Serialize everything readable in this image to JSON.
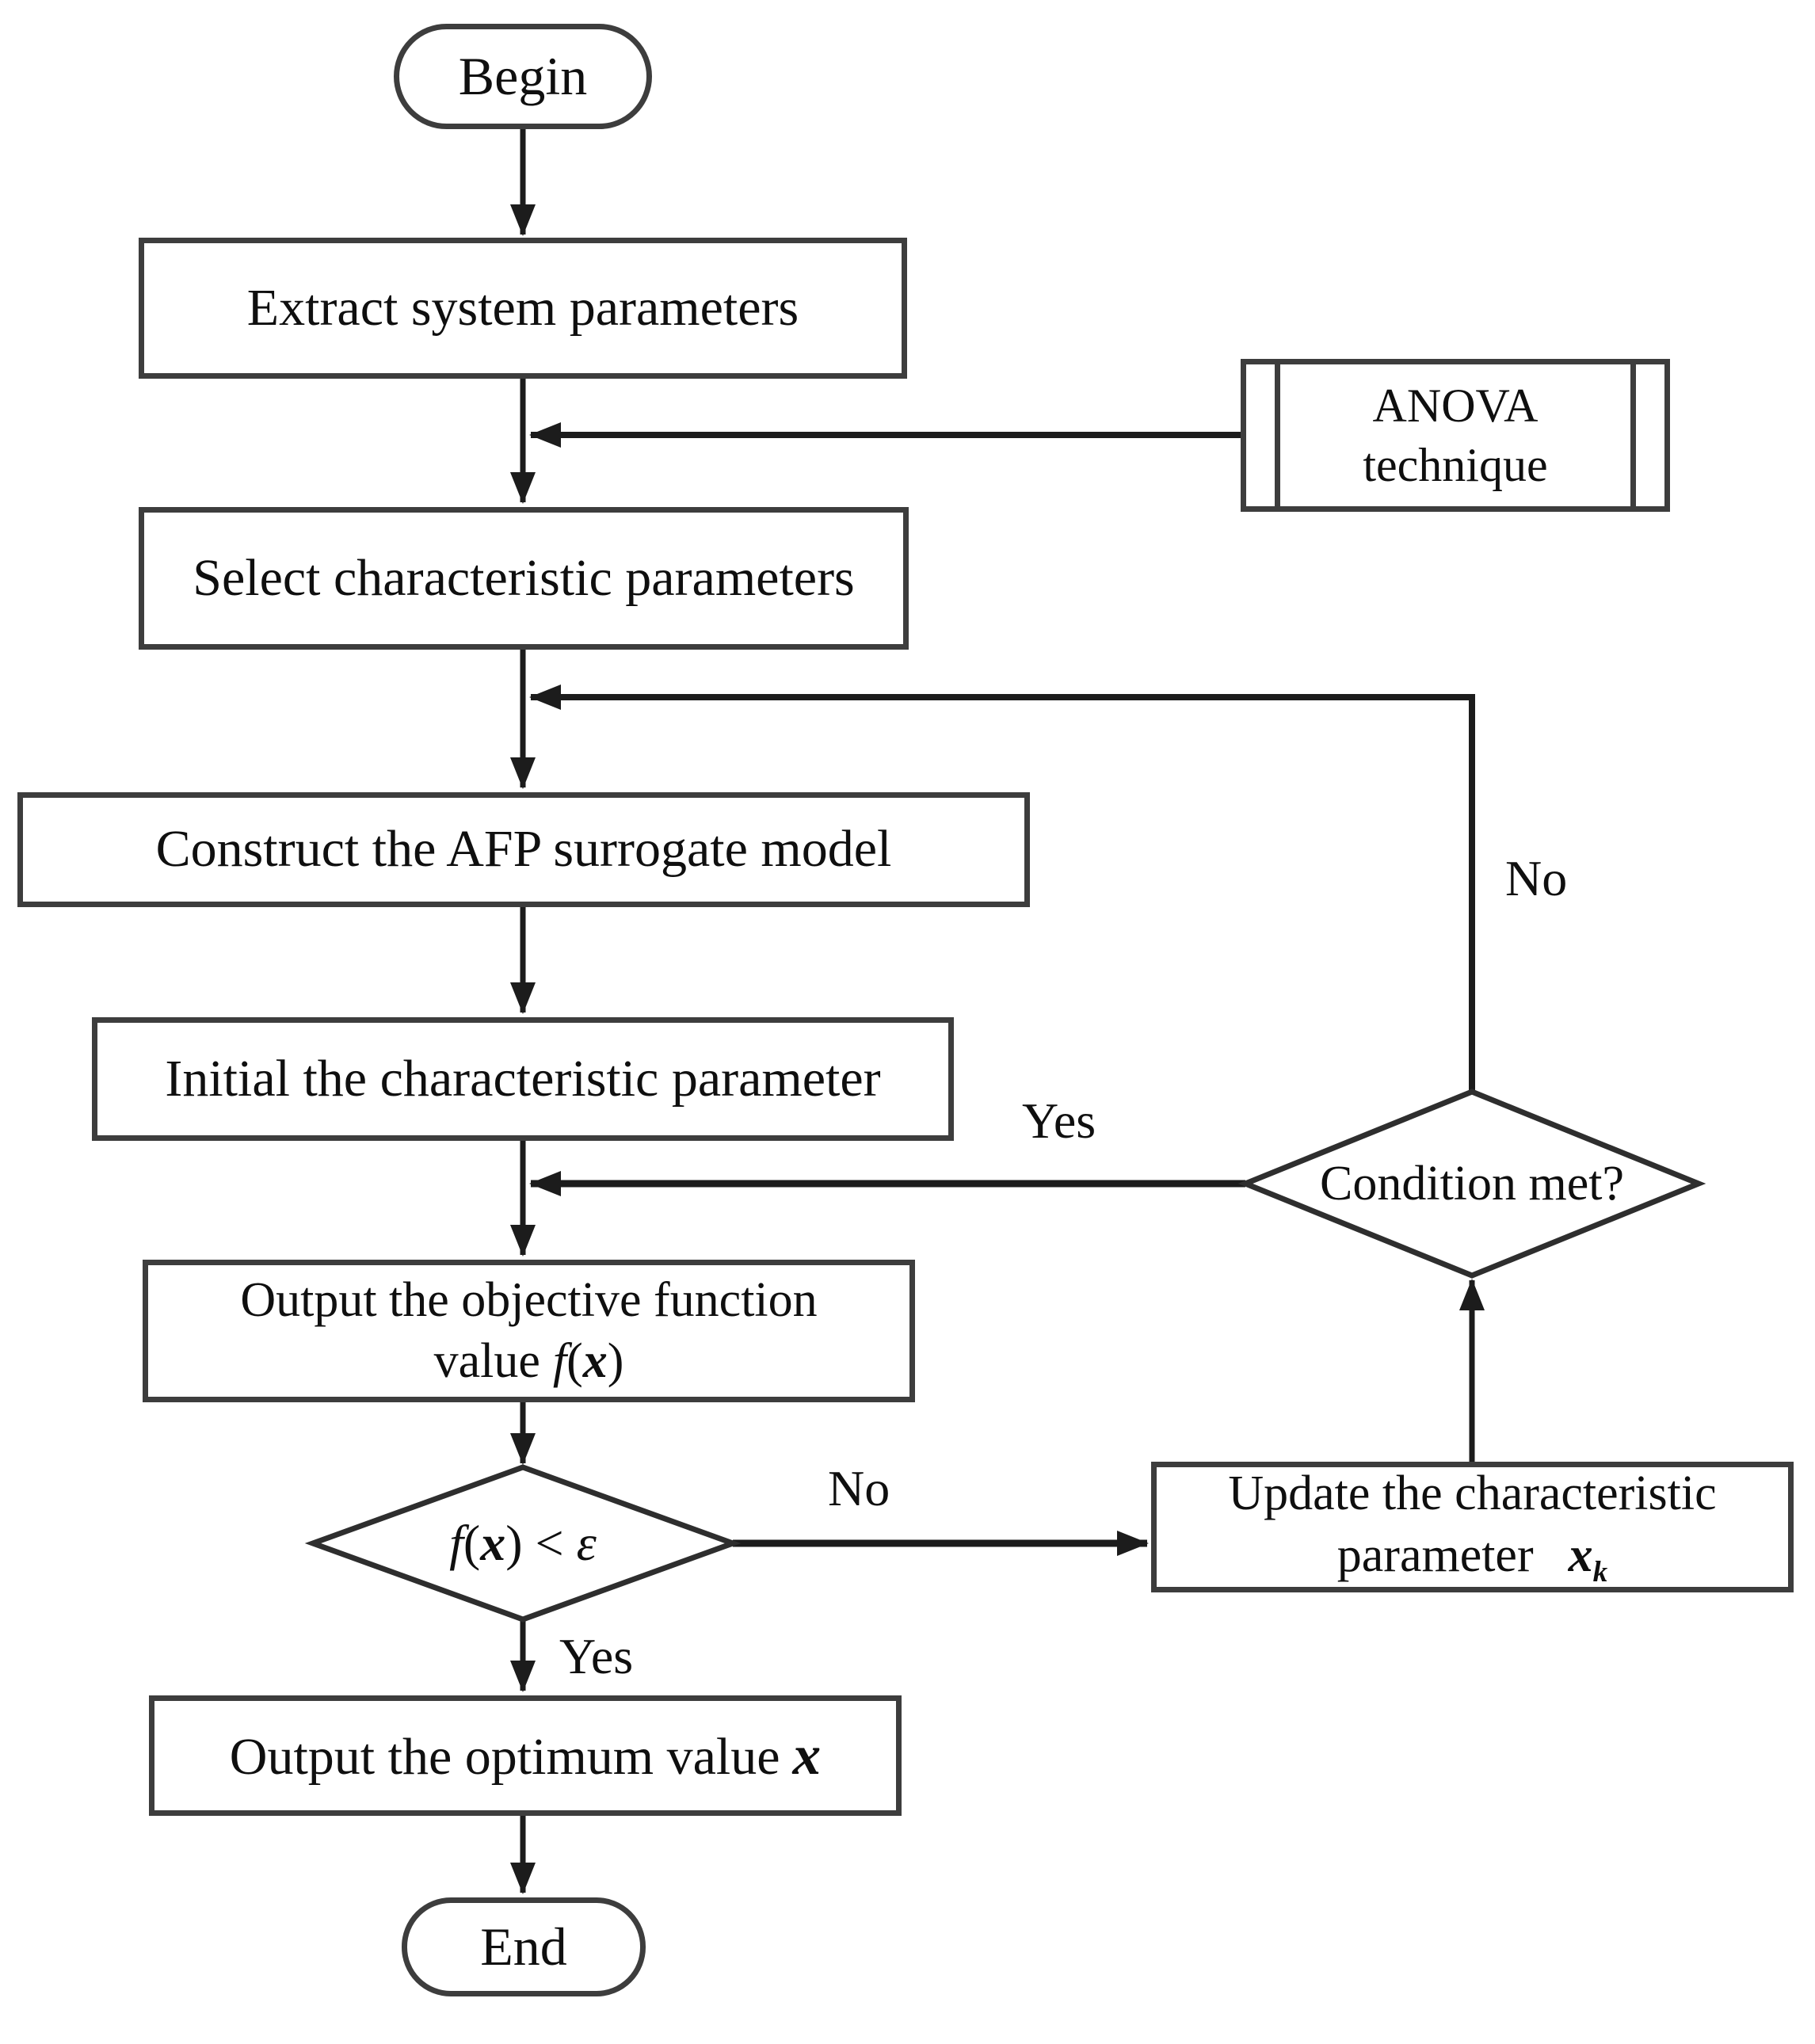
{
  "colors": {
    "background": "#ffffff",
    "line": "#1c1c1c",
    "box_border": "#3d3d3d",
    "text": "#0f0f0f"
  },
  "nodes": {
    "begin": {
      "label": "Begin"
    },
    "extract": {
      "label": "Extract system parameters"
    },
    "anova": {
      "line1": "ANOVA",
      "line2": "technique"
    },
    "select": {
      "label": "Select characteristic parameters"
    },
    "construct": {
      "label": "Construct the AFP surrogate model"
    },
    "initial": {
      "label": "Initial the characteristic parameter"
    },
    "output_objective": {
      "line1": "Output the objective function",
      "line2_prefix": "value",
      "f": "f",
      "paren_open": "(",
      "var_x": "x",
      "paren_close": ")"
    },
    "decision": {
      "f": "f",
      "paren_open": "(",
      "var_x": "x",
      "paren_close": ")",
      "operator": "<",
      "epsilon": "ε"
    },
    "update": {
      "line1": "Update the characteristic",
      "line2_prefix": "parameter",
      "var_x": "x",
      "subscript": "k"
    },
    "condition": {
      "label": "Condition met?"
    },
    "output_optimum": {
      "prefix": "Output the optimum value",
      "var_x": "x"
    },
    "end": {
      "label": "End"
    }
  },
  "edge_labels": {
    "condition_no": "No",
    "condition_yes": "Yes",
    "decision_no": "No",
    "decision_yes": "Yes"
  }
}
